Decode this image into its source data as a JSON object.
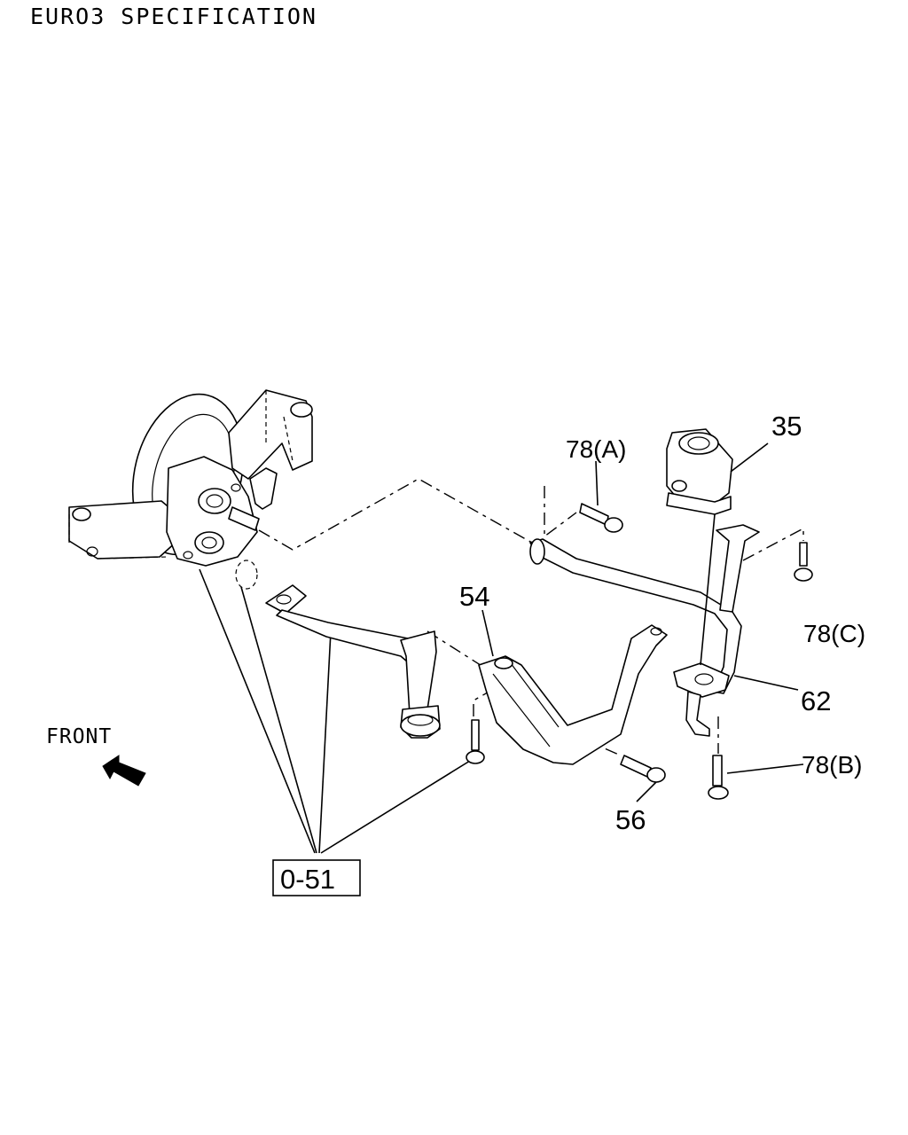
{
  "header": {
    "title": "EURO3 SPECIFICATION"
  },
  "labels": {
    "p35": "35",
    "p54": "54",
    "p56": "56",
    "p62": "62",
    "p78a": "78(A)",
    "p78b": "78(B)",
    "p78c": "78(C)",
    "ref_box": "0-51",
    "front": "FRONT"
  },
  "icons": {
    "front_arrow": "arrow-up-left-icon"
  }
}
